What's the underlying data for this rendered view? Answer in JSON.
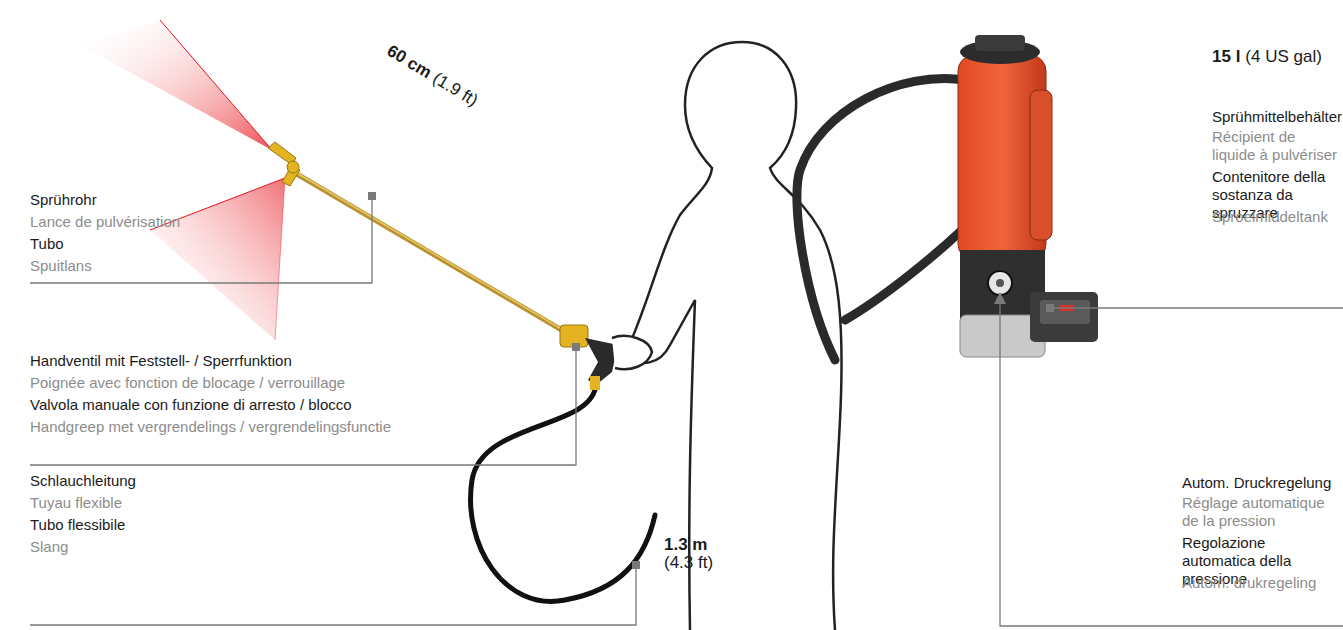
{
  "diagram": {
    "labels": [
      "Sprührohr",
      "Lance de pulvérisation",
      "Tubo",
      "Spuitlans",
      "Handventil mit Feststell- / Sperrfunktion",
      "Poignée avec fonction de blocage / verrouillage",
      "Valvola manuale con funzione di arresto / blocco",
      "Handgreep met vergrendelings / vergrendelingsfunctie",
      "Schlauchleitung",
      "Tuyau flexible",
      "Tubo flessibile",
      "Slang",
      "60 cm",
      "(1.9 ft)",
      "1.3 m",
      "(4.3 ft)",
      "15 l",
      "(4 US gal)",
      "Sprühmittelbehälter",
      "Récipient de liquide à pulvériser",
      "Contenitore della sostanza da spruzzare",
      "Sproeimiddeltank",
      "Autom. Druckregelung",
      "Réglage automatique de la pression",
      "Regolazione automatica della pressione",
      "Autom. drukregeling"
    ]
  }
}
